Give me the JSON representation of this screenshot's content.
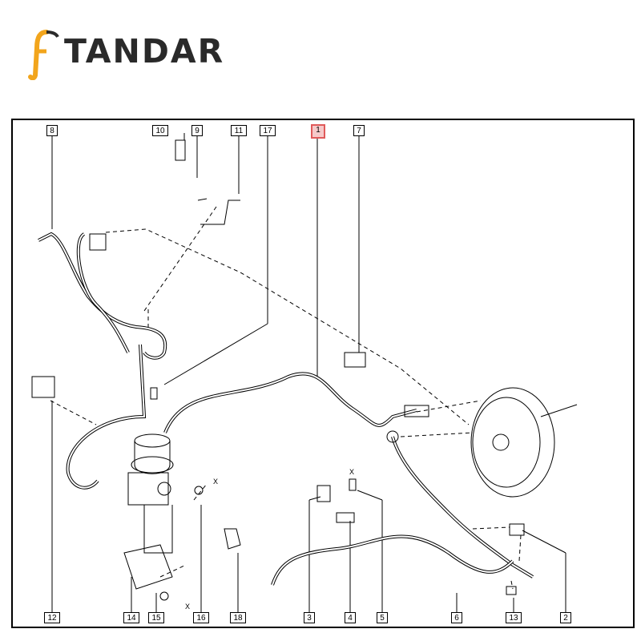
{
  "brand": {
    "name": "TANDAR",
    "accent": "#f2a51c",
    "text_color": "#2a2a2a"
  },
  "callouts": {
    "c1": "1",
    "c2": "2",
    "c3": "3",
    "c4": "4",
    "c5": "5",
    "c6": "6",
    "c7": "7",
    "c8": "8",
    "c9": "9",
    "c10": "10",
    "c11": "11",
    "c12": "12",
    "c13": "13",
    "c14": "14",
    "c15": "15",
    "c16": "16",
    "c17": "17",
    "c18": "18"
  },
  "highlight_color": "#e05a5a",
  "marks": {
    "x": "X"
  }
}
